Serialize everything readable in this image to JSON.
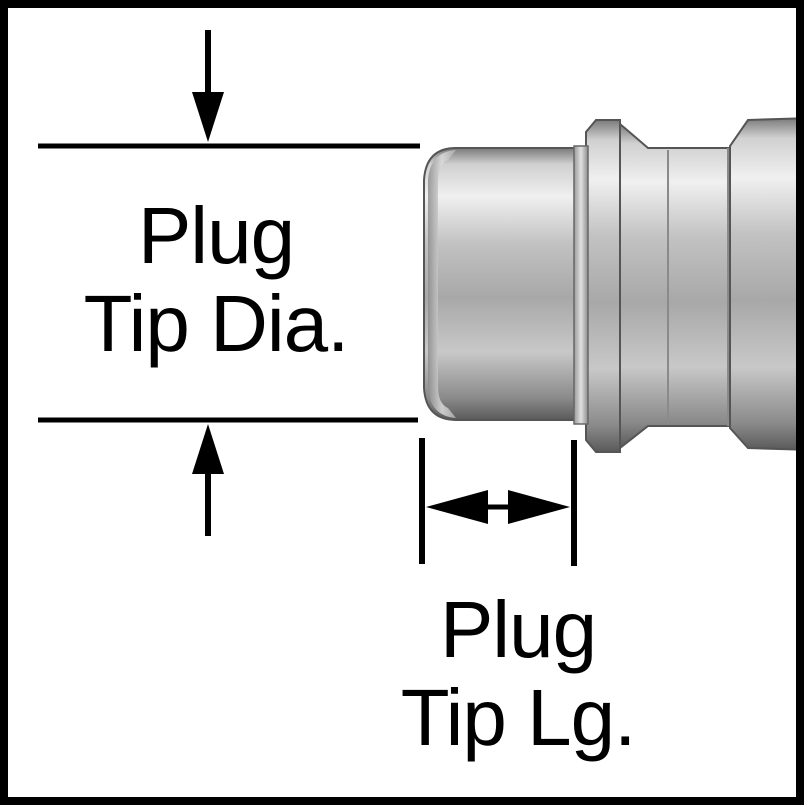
{
  "labels": {
    "tip_diameter": {
      "line1": "Plug",
      "line2": "Tip Dia."
    },
    "tip_length": {
      "line1": "Plug",
      "line2": "Tip Lg."
    }
  },
  "colors": {
    "border": "#000000",
    "ink": "#000000",
    "background": "#ffffff",
    "metal_light": "#e6e6e6",
    "metal_mid": "#b5b5b5",
    "metal_dark": "#6e6e6e"
  },
  "icons": {
    "part": "quick-coupling-plug",
    "dimension_arrows": "dimension-arrow-icon"
  }
}
